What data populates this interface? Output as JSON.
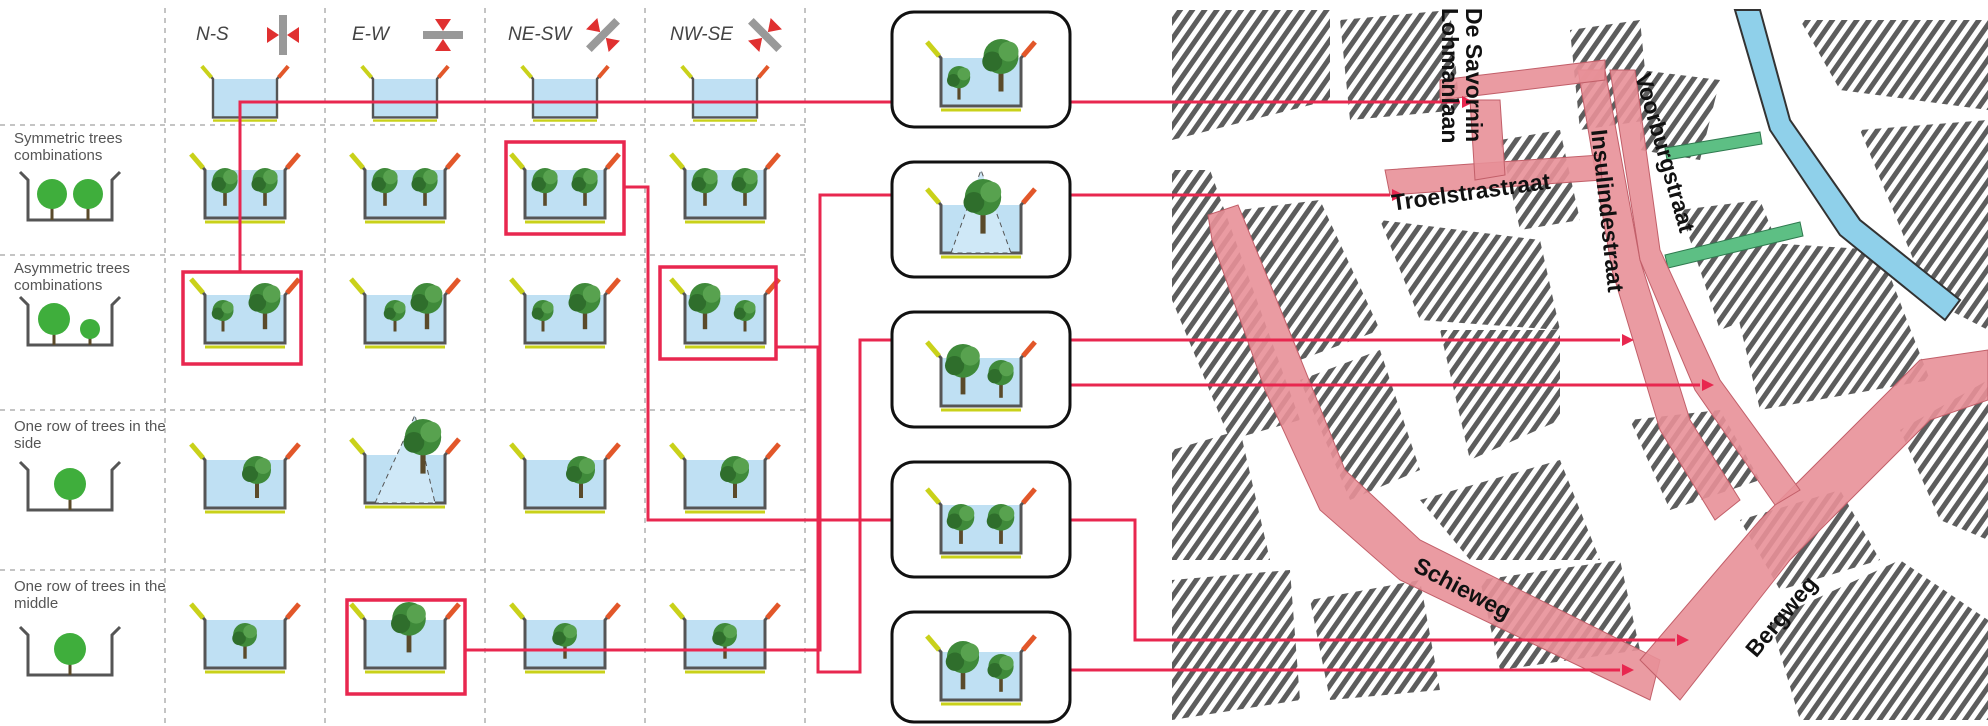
{
  "orientation_headers": [
    "N-S",
    "E-W",
    "NE-SW",
    "NW-SE"
  ],
  "row_labels": [
    "Symmetric trees combinations",
    "Asymmetric trees combinations",
    "One row of trees in the side",
    "One row of trees in the middle"
  ],
  "streets": {
    "de_savornin_lohmanlaan": "De Savornin Lohmanlaan",
    "troelstrastraat": "Troelstrastraat",
    "insulindestraat": "Insulindestraat",
    "voorburgstraat": "Voorburgstraat",
    "schieweg": "Schieweg",
    "bergweg": "Bergweg"
  },
  "colors": {
    "highlight": "#e8274f",
    "street_fill": "#e89098",
    "building": "#5d5d5d",
    "canal": "#8fd0ea",
    "tree": "#3f8a3a",
    "sky": "#bfe0f3"
  }
}
